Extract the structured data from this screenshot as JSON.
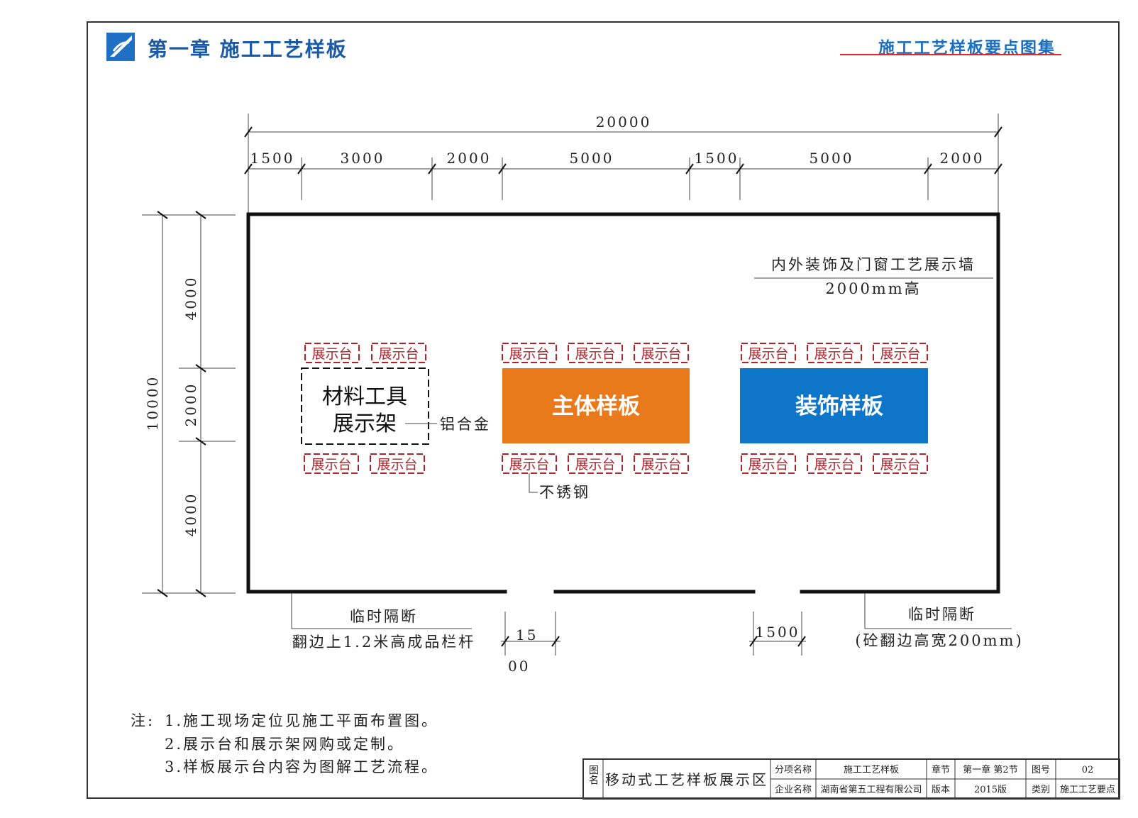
{
  "header": {
    "chapter_title": "第一章 施工工艺样板",
    "book_title": "施工工艺样板要点图集"
  },
  "diagram": {
    "top_dimensions": {
      "total": "20000",
      "segments": [
        "1500",
        "3000",
        "2000",
        "5000",
        "1500",
        "5000",
        "2000"
      ]
    },
    "left_dimensions": {
      "total": "10000",
      "segments": [
        "4000",
        "2000",
        "4000"
      ]
    },
    "wall_label": "内外装饰及门窗工艺展示墙",
    "wall_height": "2000mm高",
    "display_stand_label": "展示台",
    "rack_line1": "材料工具",
    "rack_line2": "展示架",
    "rack_material": "铝合金",
    "main_block": "主体样板",
    "main_block_color": "#e87a1c",
    "decor_block": "装饰样板",
    "decor_block_color": "#0d76c9",
    "stand_material": "不锈钢",
    "left_partition": "临时隔断",
    "left_partition_note": "翻边上1.2米高成品栏杆",
    "right_partition": "临时隔断",
    "right_partition_note": "(砼翻边高宽200mm)",
    "door_left_dim_1": "15",
    "door_left_dim_2": "00",
    "door_right_dim": "1500"
  },
  "notes": {
    "prefix": "注:",
    "items": [
      "1.施工现场定位见施工平面布置图。",
      "2.展示台和展示架网购或定制。",
      "3.样板展示台内容为图解工艺流程。"
    ]
  },
  "title_block": {
    "drawing_name_label": "图名",
    "drawing_name": "移动式工艺样板展示区",
    "category_label": "分项名称",
    "category": "施工工艺样板",
    "company_label": "企业名称",
    "company": "湖南省第五工程有限公司",
    "section_label": "章节",
    "section": "第一章 第2节",
    "version_label": "版本",
    "version": "2015版",
    "figure_no_label": "图号",
    "figure_no": "02",
    "type_label": "类别",
    "type": "施工工艺要点"
  }
}
